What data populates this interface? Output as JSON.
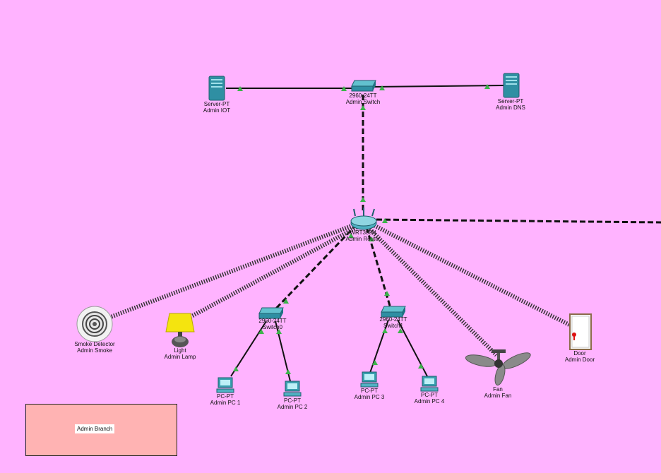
{
  "devices": {
    "server_iot": {
      "model": "Server-PT",
      "name": "Admin IOT"
    },
    "admin_switch": {
      "model": "2960-24TT",
      "name": "Admin Switch"
    },
    "server_dns": {
      "model": "Server-PT",
      "name": "Admin DNS"
    },
    "admin_router": {
      "model": "WRT300N",
      "name": "Admin Router"
    },
    "switch0": {
      "model": "2960-24TT",
      "name": "Switch0"
    },
    "switch1": {
      "model": "2960-24TT",
      "name": "Switch1"
    },
    "smoke": {
      "model": "Smoke Detector",
      "name": "Admin Smoke"
    },
    "lamp": {
      "model": "Light",
      "name": "Admin Lamp"
    },
    "pc1": {
      "model": "PC-PT",
      "name": "Admin PC 1"
    },
    "pc2": {
      "model": "PC-PT",
      "name": "Admin PC 2"
    },
    "pc3": {
      "model": "PC-PT",
      "name": "Admin PC 3"
    },
    "pc4": {
      "model": "PC-PT",
      "name": "Admin PC 4"
    },
    "fan": {
      "model": "Fan",
      "name": "Admin Fan"
    },
    "door": {
      "model": "Door",
      "name": "Admin Door"
    }
  },
  "note": {
    "text": "Admin Branch"
  },
  "colors": {
    "background": "#ffb3ff",
    "link_up": "#3cb44b",
    "note_fill": "#ffb3b3",
    "device_teal": "#3a9fb0"
  },
  "icons": {
    "server": "server-icon",
    "switch": "switch-icon",
    "router": "wireless-router-icon",
    "pc": "pc-icon",
    "smoke": "smoke-detector-icon",
    "lamp": "lamp-icon",
    "fan": "ceiling-fan-icon",
    "door": "door-icon"
  }
}
